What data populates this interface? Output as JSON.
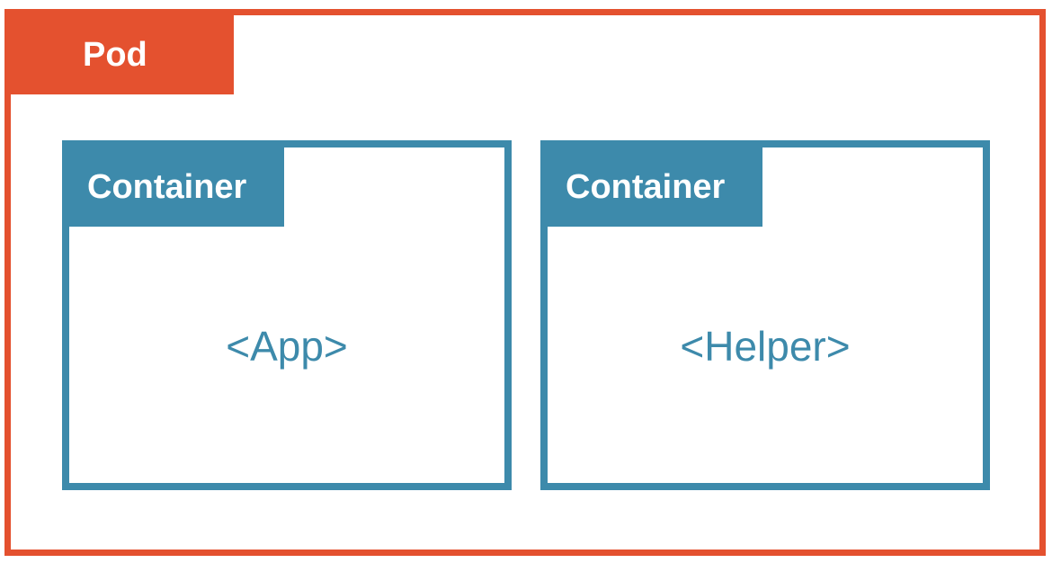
{
  "pod": {
    "label": "Pod",
    "color": "#e4512f"
  },
  "containers": [
    {
      "label": "Container",
      "content": "<App>",
      "color": "#3d8aab"
    },
    {
      "label": "Container",
      "content": "<Helper>",
      "color": "#3d8aab"
    }
  ]
}
